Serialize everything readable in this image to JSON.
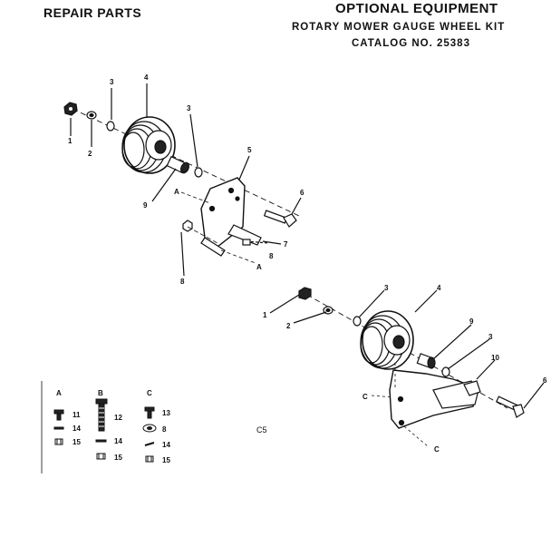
{
  "header": {
    "left_title": "REPAIR PARTS",
    "right_title": "OPTIONAL EQUIPMENT",
    "kit_name": "ROTARY MOWER GAUGE WHEEL KIT",
    "catalog": "CATALOG NO. 25383"
  },
  "callouts": {
    "upper": [
      "1",
      "2",
      "3",
      "4",
      "3",
      "5",
      "6",
      "7",
      "8",
      "8",
      "9"
    ],
    "upper_refs": [
      "A",
      "A"
    ],
    "lower": [
      "1",
      "2",
      "3",
      "4",
      "9",
      "3",
      "10",
      "6"
    ],
    "lower_refs": [
      "C",
      "C"
    ]
  },
  "legend": {
    "groups": [
      {
        "letter": "A",
        "items": [
          "11",
          "14",
          "15"
        ]
      },
      {
        "letter": "B",
        "items": [
          "12",
          "14",
          "15"
        ]
      },
      {
        "letter": "C",
        "items": [
          "13",
          "8",
          "14",
          "15"
        ]
      }
    ]
  },
  "page_code": "C5"
}
